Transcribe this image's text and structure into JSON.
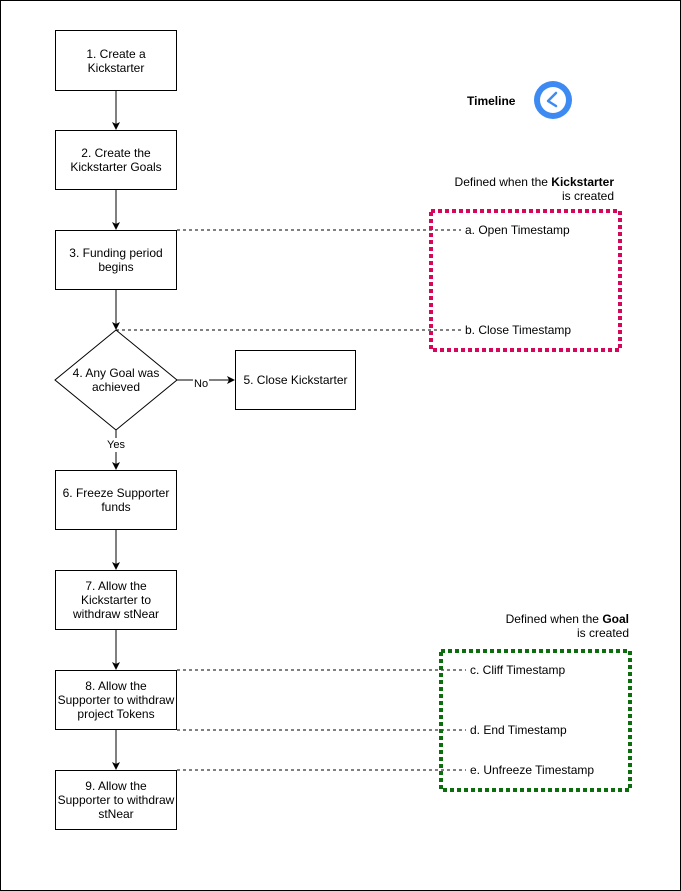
{
  "steps": {
    "s1": {
      "line1": "1. Create a",
      "line2": "Kickstarter"
    },
    "s2": {
      "line1": "2. Create the",
      "line2": "Kickstarter Goals"
    },
    "s3": {
      "line1": "3. Funding period",
      "line2": "begins"
    },
    "s4": {
      "line1": "4. Any Goal was",
      "line2": "achieved"
    },
    "s5": {
      "line1": "5. Close Kickstarter"
    },
    "s6": {
      "line1": "6. Freeze Supporter",
      "line2": "funds"
    },
    "s7": {
      "line1": "7. Allow the",
      "line2": "Kickstarter to",
      "line3": "withdraw stNear"
    },
    "s8": {
      "line1": "8. Allow the",
      "line2": "Supporter to withdraw",
      "line3": "project Tokens"
    },
    "s9": {
      "line1": "9. Allow the",
      "line2": "Supporter to withdraw",
      "line3": "stNear"
    }
  },
  "edges": {
    "no": "No",
    "yes": "Yes"
  },
  "timeline": {
    "label": "Timeline",
    "icon": "clock-icon",
    "color": "#3d8bf2"
  },
  "kickstarter_group": {
    "caption_prefix": "Defined when the",
    "caption_bold": "Kickstarter",
    "caption_suffix": "is created",
    "border_color": "#d6075b",
    "items": {
      "a": "a. Open Timestamp",
      "b": "b. Close Timestamp"
    }
  },
  "goal_group": {
    "caption_prefix": "Defined when the",
    "caption_bold": "Goal",
    "caption_suffix": "is created",
    "border_color": "#0b6d0b",
    "items": {
      "c": "c. Cliff Timestamp",
      "d": "d. End Timestamp",
      "e": "e. Unfreeze Timestamp"
    }
  }
}
